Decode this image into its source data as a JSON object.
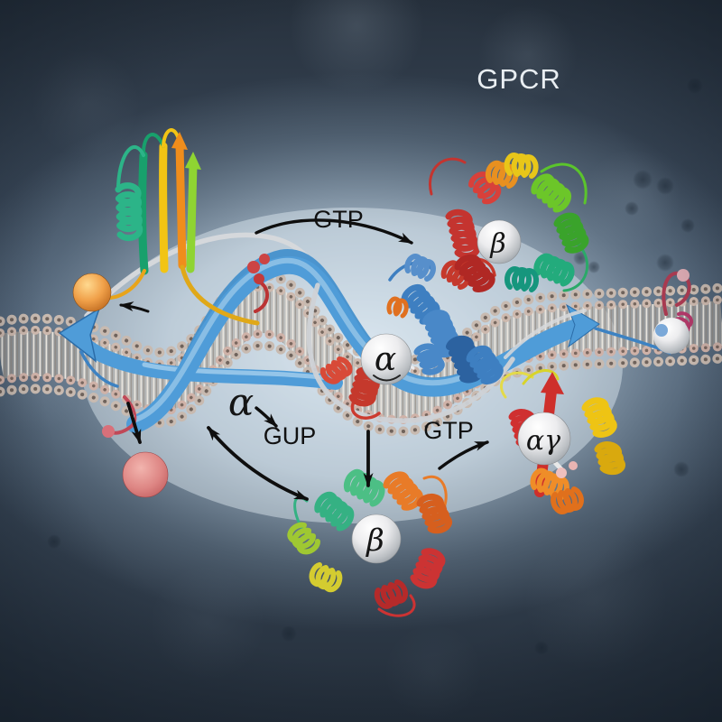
{
  "illustration": {
    "title": "GPCR",
    "annotations": {
      "gtp_top": "GTP",
      "alpha_free": "α",
      "gup": "GUP",
      "gtp_right": "GTP"
    },
    "subunits": {
      "alpha": "α",
      "beta_top": "β",
      "beta_bottom": "β",
      "alpha_gamma": "αγ"
    },
    "colors": {
      "title_text": "#e9eef2",
      "annotation_text": "#111111",
      "signal_arrow_blue": "#4f9cd8",
      "membrane_head": "#c8bab0",
      "background_glow": "#d6e4ef",
      "background_edge": "#222c38",
      "alpha_sphere": "#f2f2f3",
      "ligand_orange": "#f0a049",
      "vesicle_pink": "#e08a88"
    }
  }
}
